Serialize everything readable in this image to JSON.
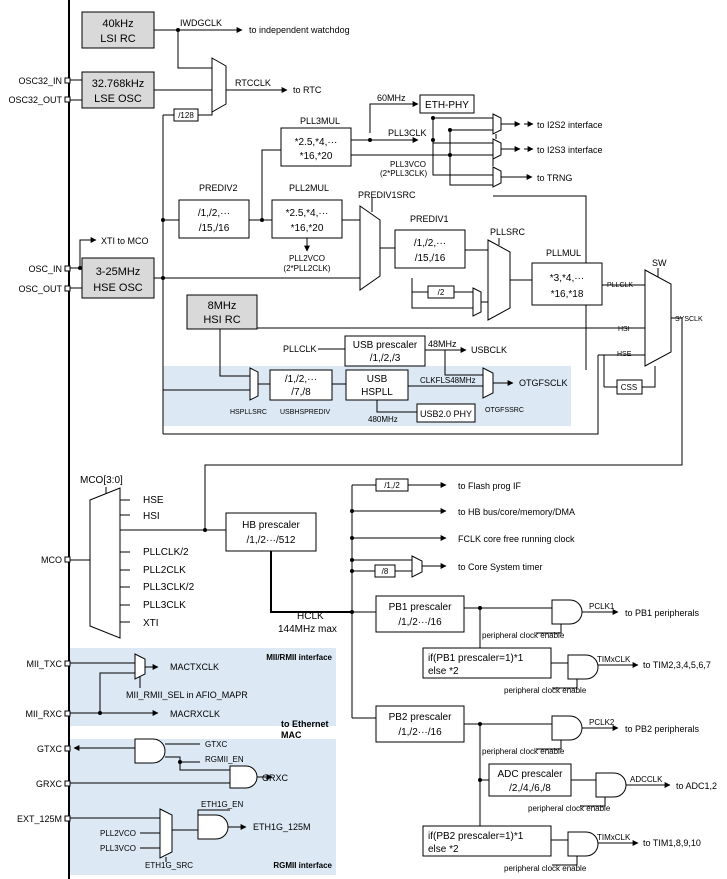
{
  "colors": {
    "panel": "#dce9f5",
    "oscillator": "#d9d9d9",
    "line": "#000000"
  },
  "pins": {
    "osc32_in": "OSC32_IN",
    "osc32_out": "OSC32_OUT",
    "osc_in": "OSC_IN",
    "osc_out": "OSC_OUT",
    "mco": "MCO",
    "mii_txc": "MII_TXC",
    "mii_rxc": "MII_RXC",
    "gtxc": "GTXC",
    "grxc": "GRXC",
    "ext_125m": "EXT_125M"
  },
  "osc": {
    "lsi_l1": "40kHz",
    "lsi_l2": "LSI RC",
    "lse_l1": "32.768kHz",
    "lse_l2": "LSE OSC",
    "hse_l1": "3-25MHz",
    "hse_l2": "HSE OSC",
    "hsi_l1": "8MHz",
    "hsi_l2": "HSI RC"
  },
  "labels": {
    "iwdgclk": "IWDGCLK",
    "to_iwdg": "to independent watchdog",
    "rtcclk": "RTCCLK",
    "to_rtc": "to RTC",
    "div128": "/128",
    "mhz60": "60MHz",
    "ethphy": "ETH-PHY",
    "pll3mul": "PLL3MUL",
    "pll3mul_l1": "*2.5,*4,···",
    "pll3mul_l2": "*16,*20",
    "pll3clk": "PLL3CLK",
    "pll3vco_l1": "PLL3VCO",
    "pll3vco_l2": "(2*PLL3CLK)",
    "to_i2s2": "to I2S2 interface",
    "to_i2s3": "to I2S3 interface",
    "to_trng": "to TRNG",
    "prediv2": "PREDIV2",
    "prediv2_l1": "/1,/2,···",
    "prediv2_l2": "/15,/16",
    "pll2mul": "PLL2MUL",
    "pll2mul_l1": "*2.5,*4,···",
    "pll2mul_l2": "*16,*20",
    "pll2vco_l1": "PLL2VCO",
    "pll2vco_l2": "(2*PLL2CLK)",
    "prediv1src": "PREDIV1SRC",
    "prediv1": "PREDIV1",
    "prediv1_l1": "/1,/2,···",
    "prediv1_l2": "/15,/16",
    "pllsrc": "PLLSRC",
    "pllmul": "PLLMUL",
    "pllmul_l1": "*3,*4,···",
    "pllmul_l2": "*16,*18",
    "pllclk": "PLLCLK",
    "sw": "SW",
    "sysclk": "SYSCLK",
    "hsi_sig": "HSI",
    "hse_sig": "HSE",
    "css": "CSS",
    "xti_mco": "XTI to MCO",
    "div2": "/2",
    "pllclk_in": "PLLCLK",
    "usbpre_l1": "USB prescaler",
    "usbpre_l2": "/1,/2,/3",
    "mhz48": "48MHz",
    "usbclk": "USBCLK",
    "hspllsrc": "HSPLLSRC",
    "usbhs_l1": "/1,/2,···",
    "usbhs_l2": "/7,/8",
    "usbhsprediv": "USBHSPREDIV",
    "usbpll_l1": "USB",
    "usbpll_l2": "HSPLL",
    "clkfs48": "CLKFLS48MHz",
    "otgfsclk": "OTGFSCLK",
    "otgfssrc": "OTGFSSRC",
    "mhz480": "480MHz",
    "usb2phy": "USB2.0 PHY",
    "mco30": "MCO[3:0]",
    "mco_hse": "HSE",
    "mco_hsi": "HSI",
    "mco_pllclk2": "PLLCLK/2",
    "mco_pll2clk": "PLL2CLK",
    "mco_pll3clk2": "PLL3CLK/2",
    "mco_pll3clk": "PLL3CLK",
    "mco_xti": "XTI",
    "hb_l1": "HB prescaler",
    "hb_l2": "/1,/2···/512",
    "hclk": "HCLK",
    "hclk_max": "144MHz max",
    "flash_div": "/1,/2",
    "to_flash": "to Flash prog IF",
    "to_hb": "to HB bus/core/memory/DMA",
    "fclk": "FCLK core free running clock",
    "div8": "/8",
    "to_systimer": "to Core System timer",
    "pb1_l1": "PB1 prescaler",
    "pb1_l2": "/1,/2···/16",
    "pclk1": "PCLK1",
    "to_pb1": "to PB1 peripherals",
    "pce1": "peripheral clock enable",
    "tim1_l1": "if(PB1 prescaler=1)*1",
    "tim1_l2": "else  *2",
    "timxclk1": "TIMxCLK",
    "to_tim2": "to TIM2,3,4,5,6,7",
    "pce2": "peripheral clock enable",
    "pb2_l1": "PB2 prescaler",
    "pb2_l2": "/1,/2···/16",
    "pclk2": "PCLK2",
    "to_pb2": "to PB2 peripherals",
    "pce3": "peripheral clock enable",
    "adc_l1": "ADC prescaler",
    "adc_l2": "/2,/4,/6,/8",
    "adcclk": "ADCCLK",
    "to_adc": "to ADC1,2",
    "pce4": "peripheral clock enable",
    "tim2_l1": "if(PB2 prescaler=1)*1",
    "tim2_l2": "else  *2",
    "timxclk2": "TIMxCLK",
    "to_tim1": "to TIM1,8,9,10",
    "pce5": "peripheral clock enable",
    "mii_title": "MII/RMII interface",
    "mactxclk": "MACTXCLK",
    "mii_rmii_sel": "MII_RMII_SEL in AFIO_MAPR",
    "macrxclk": "MACRXCLK",
    "to_eth_l1": "to Ethernet",
    "to_eth_l2": "MAC",
    "gtxc_sig": "GTXC",
    "rgmii_en1": "RGMII_EN",
    "grxc_sig": "GRXC",
    "eth1g_en": "ETH1G_EN",
    "eth1g_125m": "ETH1G_125M",
    "pll2vco_in": "PLL2VCO",
    "pll3vco_in": "PLL3VCO",
    "eth1g_src": "ETH1G_SRC",
    "rgmii_title": "RGMII interface"
  }
}
